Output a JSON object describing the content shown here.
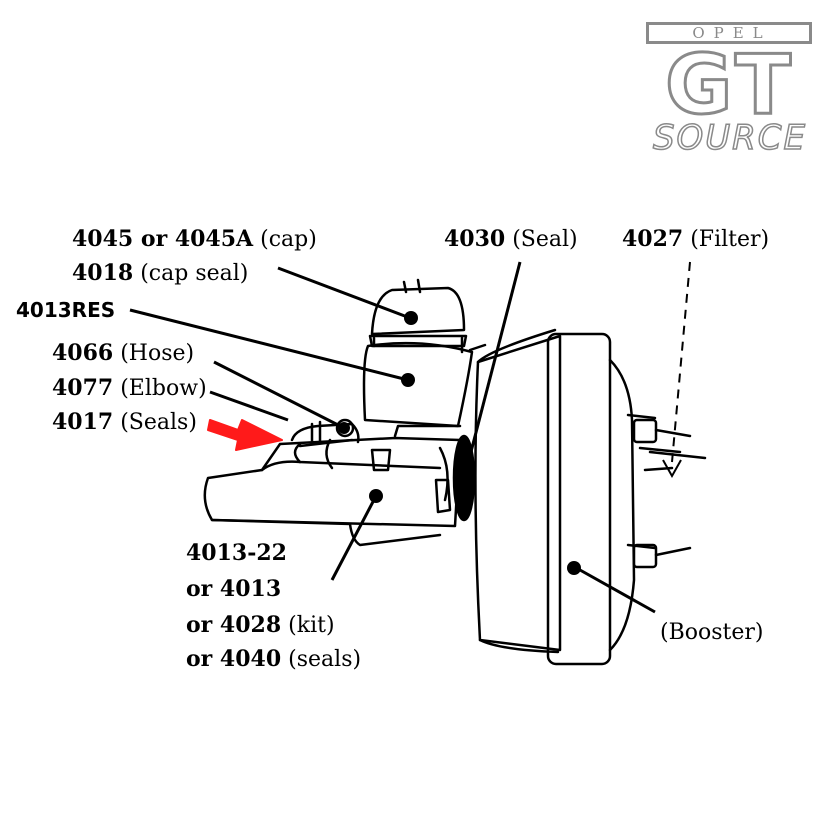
{
  "logo": {
    "top": "OPEL",
    "middle": "GT",
    "bottom": "SOURCE"
  },
  "labels": {
    "cap": {
      "part": "4045 or 4045A",
      "desc": " (cap)"
    },
    "cap_seal": {
      "part": "4018",
      "desc": " (cap seal)"
    },
    "reservoir": {
      "part": "4013RES"
    },
    "hose": {
      "part": "4066",
      "desc": " (Hose)"
    },
    "elbow": {
      "part": "4077",
      "desc": " (Elbow)"
    },
    "seals_4017": {
      "part": "4017",
      "desc": " (Seals)"
    },
    "seal_4030": {
      "part": "4030",
      "desc": " (Seal)"
    },
    "filter": {
      "part": "4027",
      "desc": " (Filter)"
    },
    "cylinder_1": {
      "part": "4013-22"
    },
    "cylinder_2": {
      "part": "or 4013"
    },
    "cylinder_3": {
      "part": "or 4028",
      "desc": " (kit)"
    },
    "cylinder_4": {
      "part": "or 4040",
      "desc": " (seals)"
    },
    "booster": {
      "desc": "(Booster)"
    }
  },
  "colors": {
    "ink": "#000000",
    "arrow": "#ff1a1a",
    "logo_gray": "#8a8a8a"
  }
}
